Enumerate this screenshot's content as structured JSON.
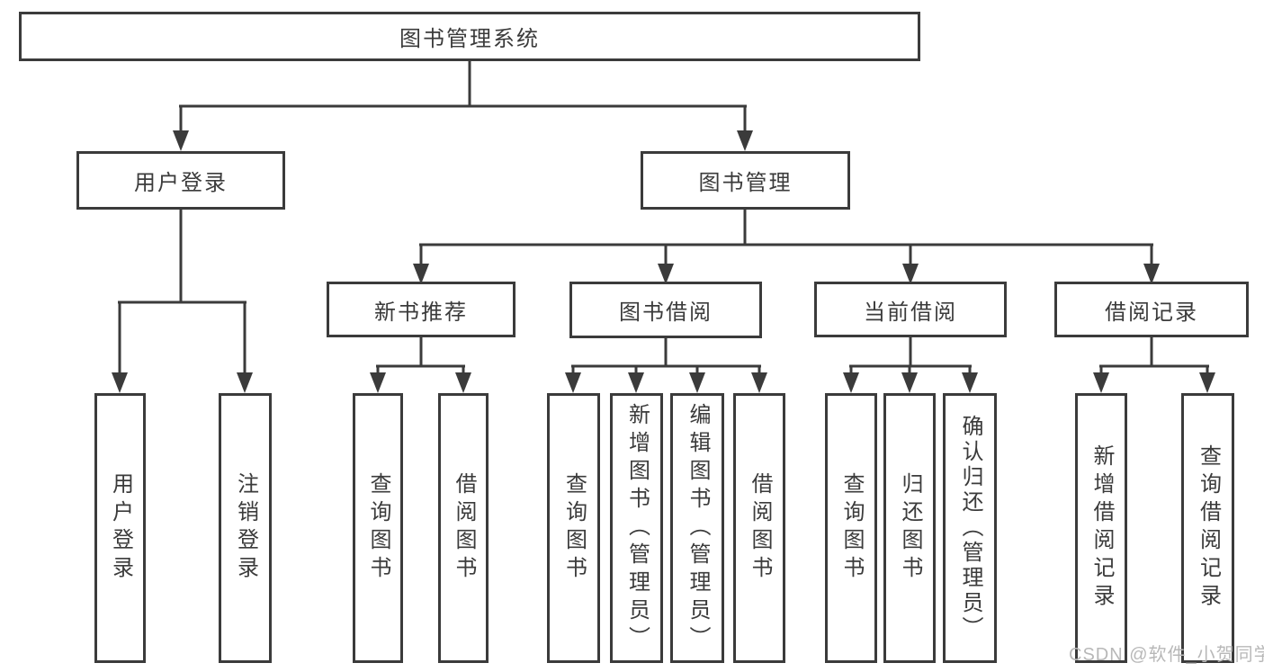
{
  "tree": {
    "label": "图书管理系统",
    "children": [
      {
        "label": "用户登录",
        "children": [
          {
            "label": "用户登录"
          },
          {
            "label": "注销登录"
          }
        ]
      },
      {
        "label": "图书管理",
        "children": [
          {
            "label": "新书推荐",
            "children": [
              {
                "label": "查询图书"
              },
              {
                "label": "借阅图书"
              }
            ]
          },
          {
            "label": "图书借阅",
            "children": [
              {
                "label": "查询图书"
              },
              {
                "label": "新增图书（管理员）"
              },
              {
                "label": "编辑图书（管理员）"
              },
              {
                "label": "借阅图书"
              }
            ]
          },
          {
            "label": "当前借阅",
            "children": [
              {
                "label": "查询图书"
              },
              {
                "label": "归还图书"
              },
              {
                "label": "确认归还（管理员）"
              }
            ]
          },
          {
            "label": "借阅记录",
            "children": [
              {
                "label": "新增借阅记录"
              },
              {
                "label": "查询借阅记录"
              }
            ]
          }
        ]
      }
    ]
  },
  "watermark": {
    "text": "CSDN @软件_小贺同学"
  },
  "colors": {
    "line": "#3b3b3b",
    "text": "#3b3b3b",
    "background": "#ffffff",
    "watermark": "#b8b8b8"
  }
}
